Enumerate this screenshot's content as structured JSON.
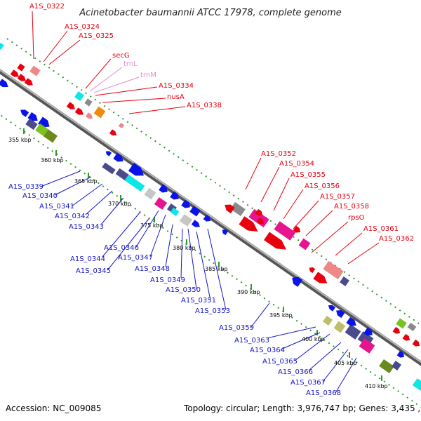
{
  "title": "Acinetobacter baumannii ATCC 17978, complete genome",
  "accession_text": "Accession: NC_009085",
  "topology_text": "Topology: circular; Length: 3,976,747 bp; Genes: 3,435 ,",
  "colors": {
    "backbone": "#888888",
    "tick_track": "#2e9a2e",
    "label_red": "#e8000e",
    "label_pink": "#e58ad1",
    "label_blue": "#1515c8",
    "arrow_red": "#e8000e",
    "arrow_blue": "#0a14e6",
    "magenta": "#e6158e",
    "salmon": "#ee8888",
    "gray": "#8a8a8a",
    "light_gray": "#c6c6c6",
    "cyan": "#0fe6e6",
    "orange": "#ee8b0f",
    "green": "#7ac31f",
    "olive": "#6b8a1d",
    "khaki": "#bdbd6a",
    "slate": "#4a4a8c"
  },
  "kbp_labels": [
    "355 kbp",
    "360 kbp",
    "365 kbp",
    "370 kbp",
    "375 kbp",
    "380 kbp",
    "385 kbp",
    "390 kbp",
    "395 kbp",
    "400 kbp",
    "405 kbp",
    "410 kbp"
  ],
  "red_labels": [
    "A1S_0322",
    "A1S_0324",
    "A1S_0325",
    "secG",
    "A1S_0334",
    "nusA",
    "A1S_0338",
    "A1S_0352",
    "A1S_0354",
    "A1S_0355",
    "A1S_0356",
    "A1S_0357",
    "A1S_0358",
    "rpsO",
    "A1S_0361",
    "A1S_0362"
  ],
  "pink_labels": [
    "trnL",
    "trnM"
  ],
  "blue_labels": [
    "A1S_0339",
    "A1S_0340",
    "A1S_0341",
    "A1S_0342",
    "A1S_0343",
    "A1S_0344",
    "A1S_0345",
    "A1S_0346",
    "A1S_0347",
    "A1S_0348",
    "A1S_0349",
    "A1S_0350",
    "A1S_0351",
    "A1S_0353",
    "A1S_0359",
    "A1S_0363",
    "A1S_0364",
    "A1S_0365",
    "A1S_0366",
    "A1S_0367",
    "A1S_0368"
  ]
}
